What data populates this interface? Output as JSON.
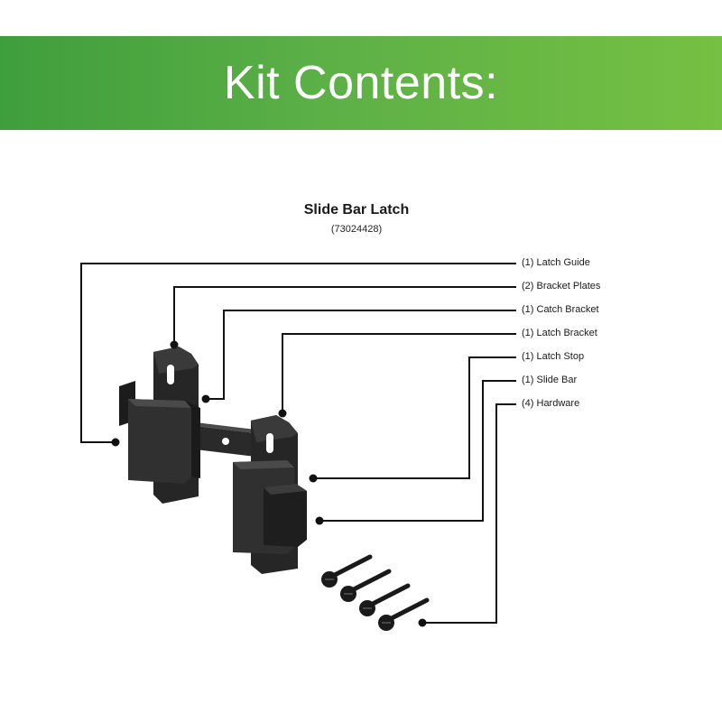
{
  "banner": {
    "title": "Kit Contents:",
    "accent_start": "#3f9e3c",
    "accent_end": "#76c043"
  },
  "product": {
    "name": "Slide Bar Latch",
    "sku": "(73024428)"
  },
  "callouts": [
    {
      "label": "(1) Latch Guide"
    },
    {
      "label": "(2) Bracket Plates"
    },
    {
      "label": "(1) Catch Bracket"
    },
    {
      "label": "(1) Latch Bracket"
    },
    {
      "label": "(1) Latch Stop"
    },
    {
      "label": "(1) Slide Bar"
    },
    {
      "label": "(4) Hardware"
    }
  ]
}
